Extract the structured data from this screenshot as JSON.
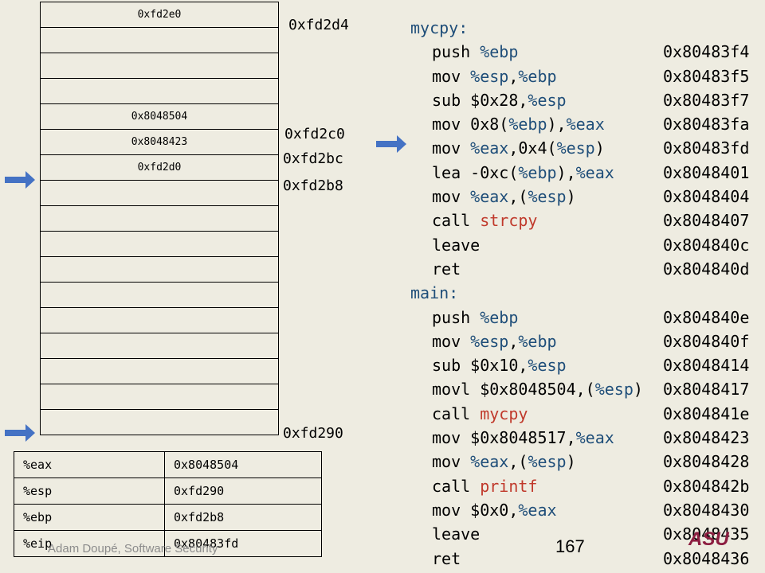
{
  "stack": {
    "cells": [
      "0xfd2e0",
      "",
      "",
      "",
      "0x8048504",
      "0x8048423",
      "0xfd2d0",
      "",
      "",
      "",
      "",
      "",
      "",
      "",
      "",
      "",
      ""
    ],
    "labels": [
      "0xfd2d4",
      "0xfd2c0",
      "0xfd2bc",
      "0xfd2b8",
      "0xfd290"
    ]
  },
  "arrows": {
    "color": "#4472c4"
  },
  "registers": [
    {
      "name": "%eax",
      "value": "0x8048504"
    },
    {
      "name": "%esp",
      "value": "0xfd290"
    },
    {
      "name": "%ebp",
      "value": "0xfd2b8"
    },
    {
      "name": "%eip",
      "value": "0x80483fd"
    }
  ],
  "code": [
    {
      "type": "label",
      "text": "mycpy:"
    },
    {
      "type": "instr",
      "parts": [
        {
          "t": "push "
        },
        {
          "t": "%ebp",
          "c": "reg"
        }
      ],
      "addr": "0x80483f4"
    },
    {
      "type": "instr",
      "parts": [
        {
          "t": "mov "
        },
        {
          "t": "%esp",
          "c": "reg"
        },
        {
          "t": ","
        },
        {
          "t": "%ebp",
          "c": "reg"
        }
      ],
      "addr": "0x80483f5"
    },
    {
      "type": "instr",
      "parts": [
        {
          "t": "sub $0x28,"
        },
        {
          "t": "%esp",
          "c": "reg"
        }
      ],
      "addr": "0x80483f7"
    },
    {
      "type": "instr",
      "parts": [
        {
          "t": "mov 0x8("
        },
        {
          "t": "%ebp",
          "c": "reg"
        },
        {
          "t": "),"
        },
        {
          "t": "%eax",
          "c": "reg"
        }
      ],
      "addr": "0x80483fa"
    },
    {
      "type": "instr",
      "parts": [
        {
          "t": "mov "
        },
        {
          "t": "%eax",
          "c": "reg"
        },
        {
          "t": ",0x4("
        },
        {
          "t": "%esp",
          "c": "reg"
        },
        {
          "t": ")"
        }
      ],
      "addr": "0x80483fd"
    },
    {
      "type": "instr",
      "parts": [
        {
          "t": "lea -0xc("
        },
        {
          "t": "%ebp",
          "c": "reg"
        },
        {
          "t": "),"
        },
        {
          "t": "%eax",
          "c": "reg"
        }
      ],
      "addr": "0x8048401"
    },
    {
      "type": "instr",
      "parts": [
        {
          "t": "mov "
        },
        {
          "t": "%eax",
          "c": "reg"
        },
        {
          "t": ",("
        },
        {
          "t": "%esp",
          "c": "reg"
        },
        {
          "t": ")"
        }
      ],
      "addr": "0x8048404"
    },
    {
      "type": "instr",
      "parts": [
        {
          "t": "call "
        },
        {
          "t": "strcpy",
          "c": "fn"
        }
      ],
      "addr": "0x8048407"
    },
    {
      "type": "instr",
      "parts": [
        {
          "t": "leave"
        }
      ],
      "addr": "0x804840c"
    },
    {
      "type": "instr",
      "parts": [
        {
          "t": "ret"
        }
      ],
      "addr": "0x804840d"
    },
    {
      "type": "label",
      "text": "main:"
    },
    {
      "type": "instr",
      "parts": [
        {
          "t": "push "
        },
        {
          "t": "%ebp",
          "c": "reg"
        }
      ],
      "addr": "0x804840e"
    },
    {
      "type": "instr",
      "parts": [
        {
          "t": "mov "
        },
        {
          "t": "%esp",
          "c": "reg"
        },
        {
          "t": ","
        },
        {
          "t": "%ebp",
          "c": "reg"
        }
      ],
      "addr": "0x804840f"
    },
    {
      "type": "instr",
      "parts": [
        {
          "t": "sub $0x10,"
        },
        {
          "t": "%esp",
          "c": "reg"
        }
      ],
      "addr": "0x8048414"
    },
    {
      "type": "instr",
      "parts": [
        {
          "t": "movl $0x8048504,("
        },
        {
          "t": "%esp",
          "c": "reg"
        },
        {
          "t": ")"
        }
      ],
      "addr": "0x8048417"
    },
    {
      "type": "instr",
      "parts": [
        {
          "t": "call "
        },
        {
          "t": "mycpy",
          "c": "fn"
        }
      ],
      "addr": "0x804841e"
    },
    {
      "type": "instr",
      "parts": [
        {
          "t": "mov $0x8048517,"
        },
        {
          "t": "%eax",
          "c": "reg"
        }
      ],
      "addr": "0x8048423"
    },
    {
      "type": "instr",
      "parts": [
        {
          "t": "mov "
        },
        {
          "t": "%eax",
          "c": "reg"
        },
        {
          "t": ",("
        },
        {
          "t": "%esp",
          "c": "reg"
        },
        {
          "t": ")"
        }
      ],
      "addr": "0x8048428"
    },
    {
      "type": "instr",
      "parts": [
        {
          "t": "call "
        },
        {
          "t": "printf",
          "c": "fn"
        }
      ],
      "addr": "0x804842b"
    },
    {
      "type": "instr",
      "parts": [
        {
          "t": "mov $0x0,"
        },
        {
          "t": "%eax",
          "c": "reg"
        }
      ],
      "addr": "0x8048430"
    },
    {
      "type": "instr",
      "parts": [
        {
          "t": "leave"
        }
      ],
      "addr": "0x8048435"
    },
    {
      "type": "instr",
      "parts": [
        {
          "t": "ret"
        }
      ],
      "addr": "0x8048436"
    }
  ],
  "footer": {
    "text": "Adam Doupé, Software Security",
    "page": "167",
    "logo": "ASU"
  }
}
